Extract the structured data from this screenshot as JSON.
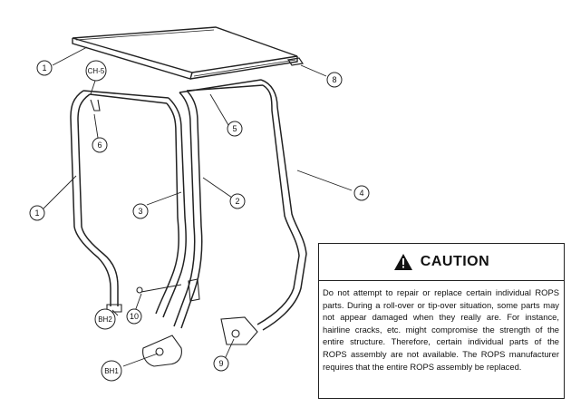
{
  "callouts": {
    "c1_top": "1",
    "c8": "8",
    "ch5": "CH-5",
    "c6": "6",
    "c5": "5",
    "c4": "4",
    "c1_left": "1",
    "c3": "3",
    "c2": "2",
    "bh2": "BH2",
    "c10": "10",
    "bh1": "BH1",
    "c9": "9"
  },
  "caution": {
    "title": "CAUTION",
    "body": "Do not attempt to repair or replace certain individual ROPS parts. During a roll-over or tip-over situation, some parts may not appear damaged when they really are. For instance, hairline cracks, etc. might compromise the strength of the entire structure. Therefore, certain individual parts of the ROPS assembly are not available. The ROPS manufacturer requires that the entire ROPS assembly be replaced.",
    "icon": "warning-triangle-icon"
  }
}
